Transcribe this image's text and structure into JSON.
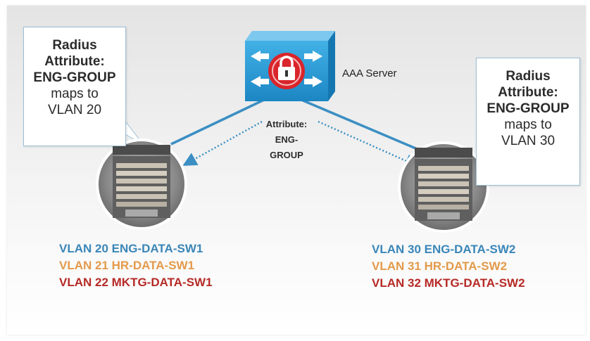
{
  "aaa_server": {
    "label": "AAA Server"
  },
  "attribute_label": {
    "line1": "Attribute:",
    "line2": "ENG-",
    "line3": "GROUP"
  },
  "callout_left": {
    "line1": "Radius",
    "line2": "Attribute:",
    "line3": "ENG-GROUP",
    "line4": "maps to",
    "line5": "VLAN 20"
  },
  "callout_right": {
    "line1": "Radius",
    "line2": "Attribute:",
    "line3": "ENG-GROUP",
    "line4": "maps to",
    "line5": "VLAN 30"
  },
  "switch_left": {
    "vlans": [
      {
        "text": "VLAN 20 ENG-DATA-SW1",
        "color": "#3a86b8"
      },
      {
        "text": "VLAN 21 HR-DATA-SW1",
        "color": "#e39a4b"
      },
      {
        "text": "VLAN 22 MKTG-DATA-SW1",
        "color": "#b52a26"
      }
    ]
  },
  "switch_right": {
    "vlans": [
      {
        "text": "VLAN 30 ENG-DATA-SW2",
        "color": "#3a86b8"
      },
      {
        "text": "VLAN 31 HR-DATA-SW2",
        "color": "#e39a4b"
      },
      {
        "text": "VLAN 32 MKTG-DATA-SW2",
        "color": "#b52a26"
      }
    ]
  },
  "colors": {
    "link": "#3b8fc3",
    "server_front": "#2c9ed6",
    "lock_ring": "#d9252b"
  },
  "icons": {
    "server": "lock-server-icon",
    "switch": "chassis-switch-icon"
  }
}
